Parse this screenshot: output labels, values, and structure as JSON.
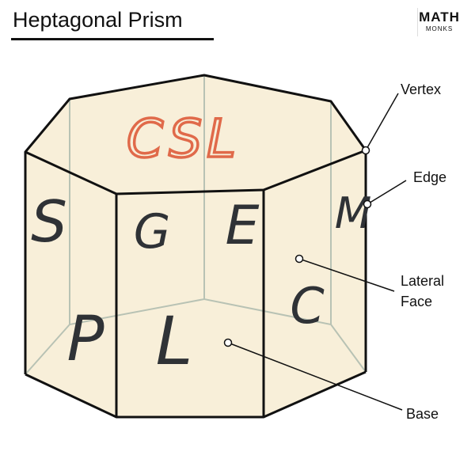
{
  "header": {
    "title": "Heptagonal Prism",
    "logo_main": "MATH",
    "logo_sub": "MONKS",
    "accent_color": "#e8602c"
  },
  "diagram": {
    "fill_color": "#f8efd9",
    "edge_color": "#111111",
    "hidden_edge_color": "#b8c2b4",
    "labels": {
      "vertex": "Vertex",
      "edge": "Edge",
      "lateral_face_line1": "Lateral",
      "lateral_face_line2": "Face",
      "base": "Base"
    },
    "handwriting": {
      "top": "CSL",
      "face_left": "S",
      "face_front_left": "G",
      "face_front_right": "E",
      "face_right": "M",
      "back_left": "P",
      "base": "L",
      "back_right": "C"
    }
  }
}
